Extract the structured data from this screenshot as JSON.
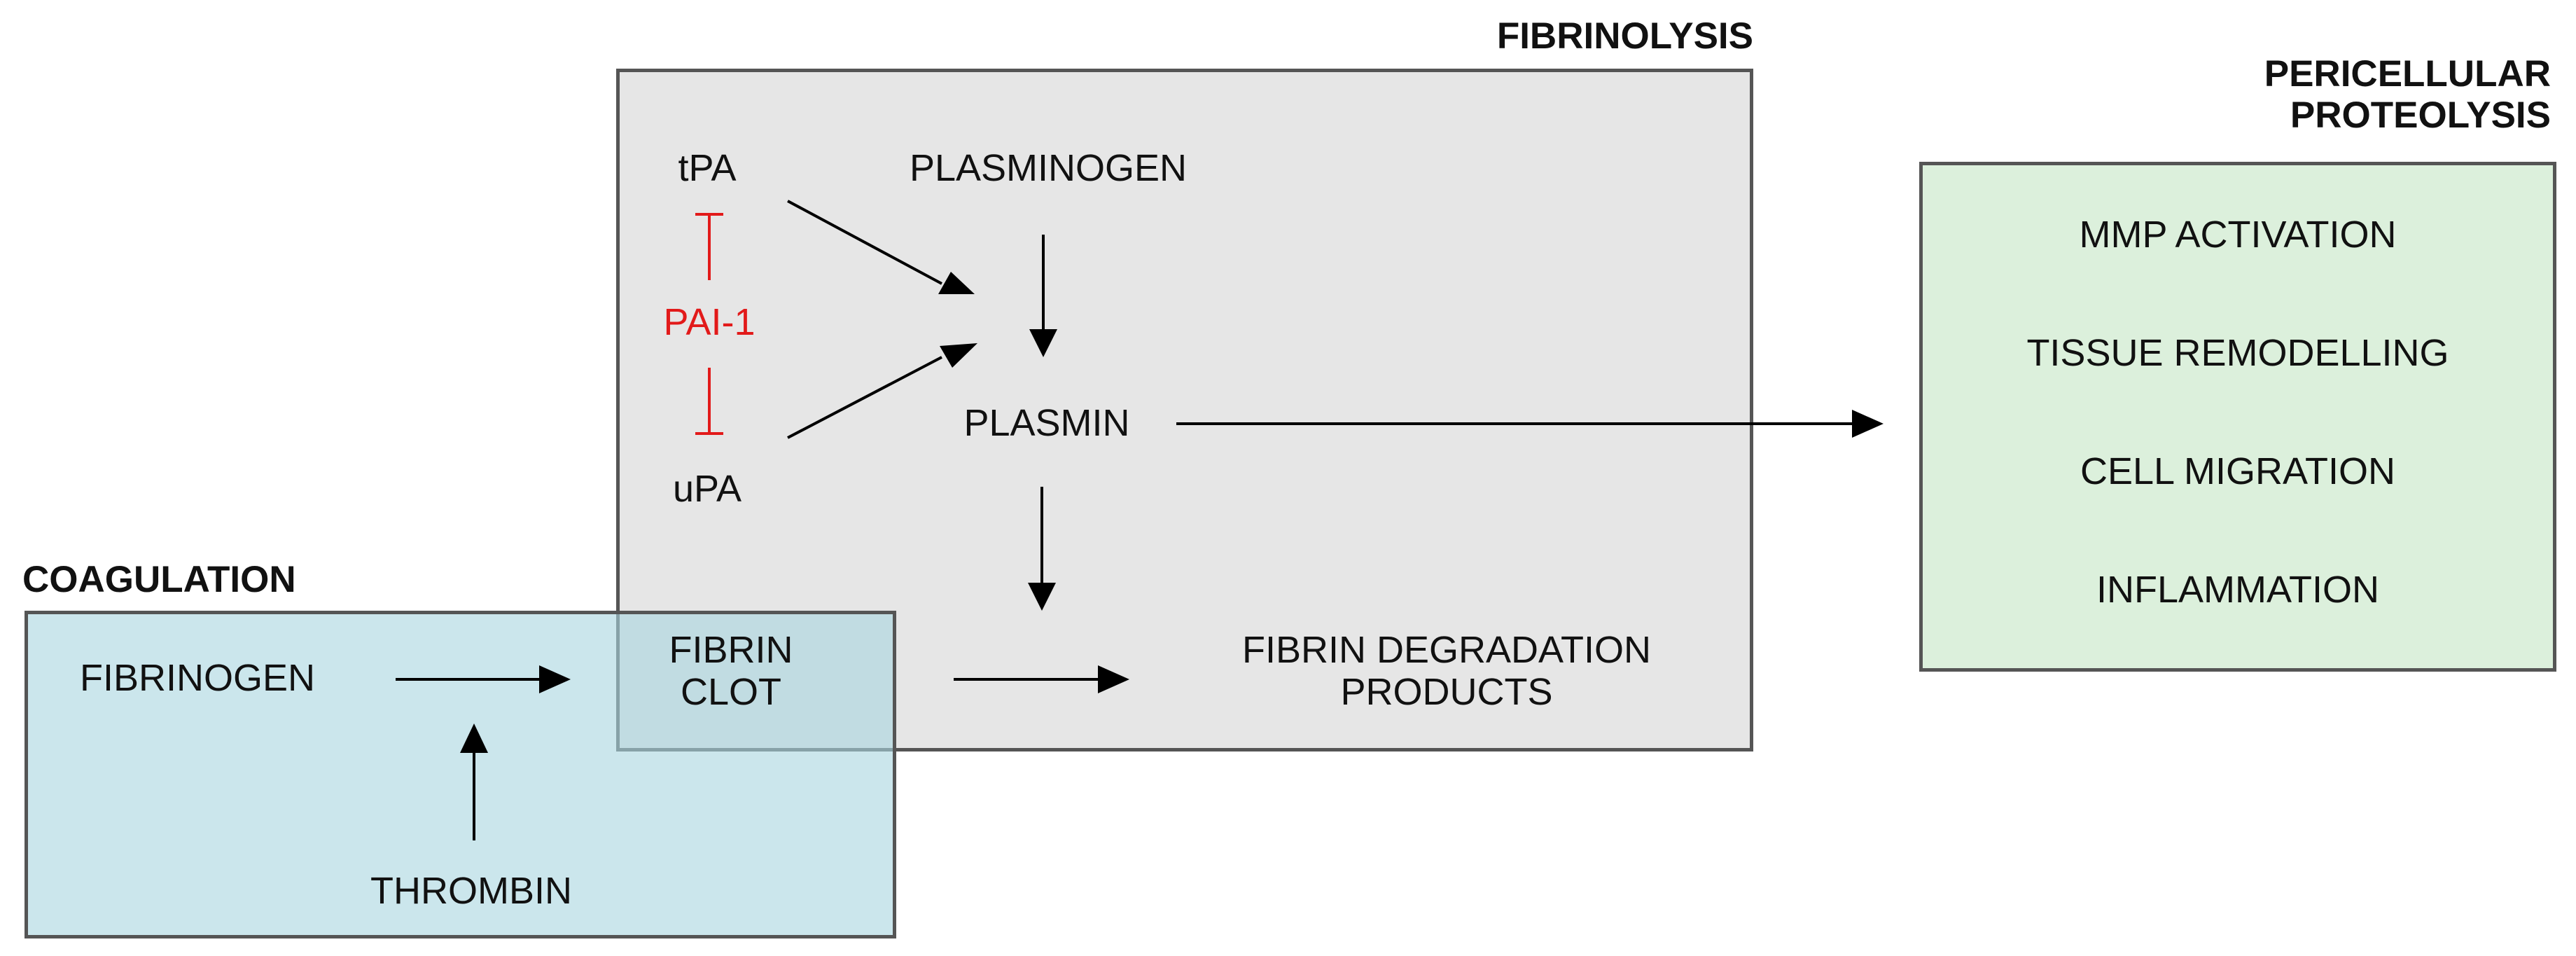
{
  "sections": {
    "fibrinolysis": "FIBRINOLYSIS",
    "pericellular_line1": "PERICELLULAR",
    "pericellular_line2": "PROTEOLYSIS",
    "coagulation": "COAGULATION"
  },
  "nodes": {
    "tpa": "tPA",
    "plasminogen": "PLASMINOGEN",
    "pai1": "PAI-1",
    "upa": "uPA",
    "plasmin": "PLASMIN",
    "fibrinogen": "FIBRINOGEN",
    "fibrin_line1": "FIBRIN",
    "fibrin_line2": "CLOT",
    "fdp_line1": "FIBRIN DEGRADATION",
    "fdp_line2": "PRODUCTS",
    "thrombin": "THROMBIN"
  },
  "outcomes": [
    "MMP ACTIVATION",
    "TISSUE REMODELLING",
    "CELL MIGRATION",
    "INFLAMMATION"
  ],
  "colors": {
    "fibrinolysis_fill": "#e6e6e6",
    "coagulation_fill": "#a8d6df",
    "pericellular_fill": "#dcf0dc",
    "inhibitor": "#e21a1a",
    "arrow": "#000000"
  }
}
